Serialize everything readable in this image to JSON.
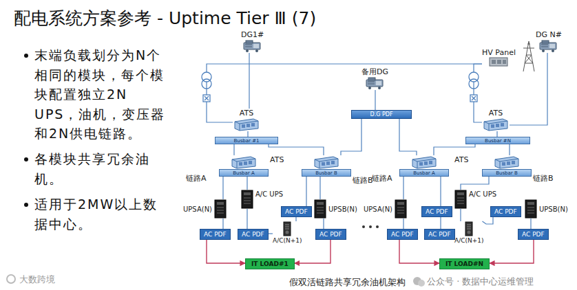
{
  "diagram": {
    "title": "配电系统方案参考 - Uptime Tier Ⅲ (7)",
    "caption": "假双活链路共享冗余油机架构",
    "nodes": [
      {
        "text": [
          "HV Panel"
        ]
      },
      {
        "text": [
          "DG1#"
        ]
      },
      {
        "text": [
          "ATS"
        ]
      },
      {
        "text": [
          "Busbar #1"
        ]
      },
      {
        "text": [
          "备用DG"
        ]
      },
      {
        "text": [
          "D.G PDF"
        ]
      },
      {
        "text": [
          "DG N#"
        ]
      },
      {
        "text": [
          "ATS"
        ]
      },
      {
        "text": [
          "Busbar #N"
        ]
      },
      {
        "text": [
          "Busbar A"
        ]
      },
      {
        "text": [
          "Busbar B"
        ]
      },
      {
        "text": [
          "UPSA(N)"
        ]
      },
      {
        "text": [
          "A/C UPS"
        ]
      },
      {
        "text": [
          "AC PDF"
        ]
      },
      {
        "text": [
          "UPSB(N)"
        ]
      },
      {
        "text": [
          "AC PDF"
        ]
      },
      {
        "text": [
          "AC PDF"
        ]
      },
      {
        "text": [
          "A/C(N+1)"
        ]
      },
      {
        "text": [
          "AC PDF"
        ]
      },
      {
        "text": [
          "IT LOAD#1"
        ]
      },
      {
        "text": [
          "Busbar A"
        ]
      },
      {
        "text": [
          "Busbar B"
        ]
      },
      {
        "text": [
          "UPSA(N)"
        ]
      },
      {
        "text": [
          "AC PDF"
        ]
      },
      {
        "text": [
          "A/C UPS"
        ]
      },
      {
        "text": [
          "AC PDF"
        ]
      },
      {
        "text": [
          "UPSB(N)"
        ]
      },
      {
        "text": [
          "AC PDF"
        ]
      },
      {
        "text": [
          "AC PDF"
        ]
      },
      {
        "text": [
          "A/C(N+1)"
        ]
      },
      {
        "text": [
          "AC PDF"
        ]
      },
      {
        "text": [
          "IT LOAD#N"
        ]
      }
    ],
    "edges": [
      {
        "from": 0,
        "to": 2,
        "arrow": "none"
      },
      {
        "from": 0,
        "to": 7,
        "arrow": "none"
      },
      {
        "from": 1,
        "to": 2,
        "arrow": "none"
      },
      {
        "from": 6,
        "to": 7,
        "arrow": "none"
      },
      {
        "from": 2,
        "to": 3,
        "arrow": "none"
      },
      {
        "from": 7,
        "to": 8,
        "arrow": "none"
      },
      {
        "from": 4,
        "to": 5,
        "arrow": "none"
      },
      {
        "from": 3,
        "to": 9,
        "arrow": "none"
      },
      {
        "from": 3,
        "to": 10,
        "arrow": "none"
      },
      {
        "from": 5,
        "to": 10,
        "arrow": "none"
      },
      {
        "from": 5,
        "to": 20,
        "arrow": "none"
      },
      {
        "from": 8,
        "to": 20,
        "arrow": "none"
      },
      {
        "from": 8,
        "to": 21,
        "arrow": "none"
      },
      {
        "from": 9,
        "to": 11,
        "arrow": "none"
      },
      {
        "from": 9,
        "to": 12,
        "arrow": "none"
      },
      {
        "from": 10,
        "to": 13,
        "arrow": "none"
      },
      {
        "from": 10,
        "to": 14,
        "arrow": "none"
      },
      {
        "from": 11,
        "to": 15,
        "arrow": "none"
      },
      {
        "from": 12,
        "to": 16,
        "arrow": "none"
      },
      {
        "from": 13,
        "to": 17,
        "arrow": "none"
      },
      {
        "from": 16,
        "to": 17,
        "arrow": "none"
      },
      {
        "from": 14,
        "to": 18,
        "arrow": "none"
      },
      {
        "from": 15,
        "to": 19,
        "arrow": "to"
      },
      {
        "from": 18,
        "to": 19,
        "arrow": "to"
      },
      {
        "from": 20,
        "to": 22,
        "arrow": "none"
      },
      {
        "from": 20,
        "to": 23,
        "arrow": "none"
      },
      {
        "from": 21,
        "to": 24,
        "arrow": "none"
      },
      {
        "from": 22,
        "to": 27,
        "arrow": "none"
      },
      {
        "from": 23,
        "to": 28,
        "arrow": "none"
      },
      {
        "from": 24,
        "to": 29,
        "arrow": "none"
      },
      {
        "from": 25,
        "to": 29,
        "arrow": "none"
      },
      {
        "from": 26,
        "to": 30,
        "arrow": "none"
      },
      {
        "from": 27,
        "to": 31,
        "arrow": "to"
      },
      {
        "from": 30,
        "to": 31,
        "arrow": "to"
      }
    ],
    "labels": [
      "末端负载划分为N个相同的模块，每个模块配置独立2N UPS，油机，变压器和2N供电链路。",
      "各模块共享冗余油机。",
      "适用于2MW以上数据中心。",
      "ATS",
      "链路A",
      "链路B",
      "ATS",
      "链路A",
      "链路B",
      "公众号 · 数据中心运维管理",
      "大数跨境"
    ]
  }
}
